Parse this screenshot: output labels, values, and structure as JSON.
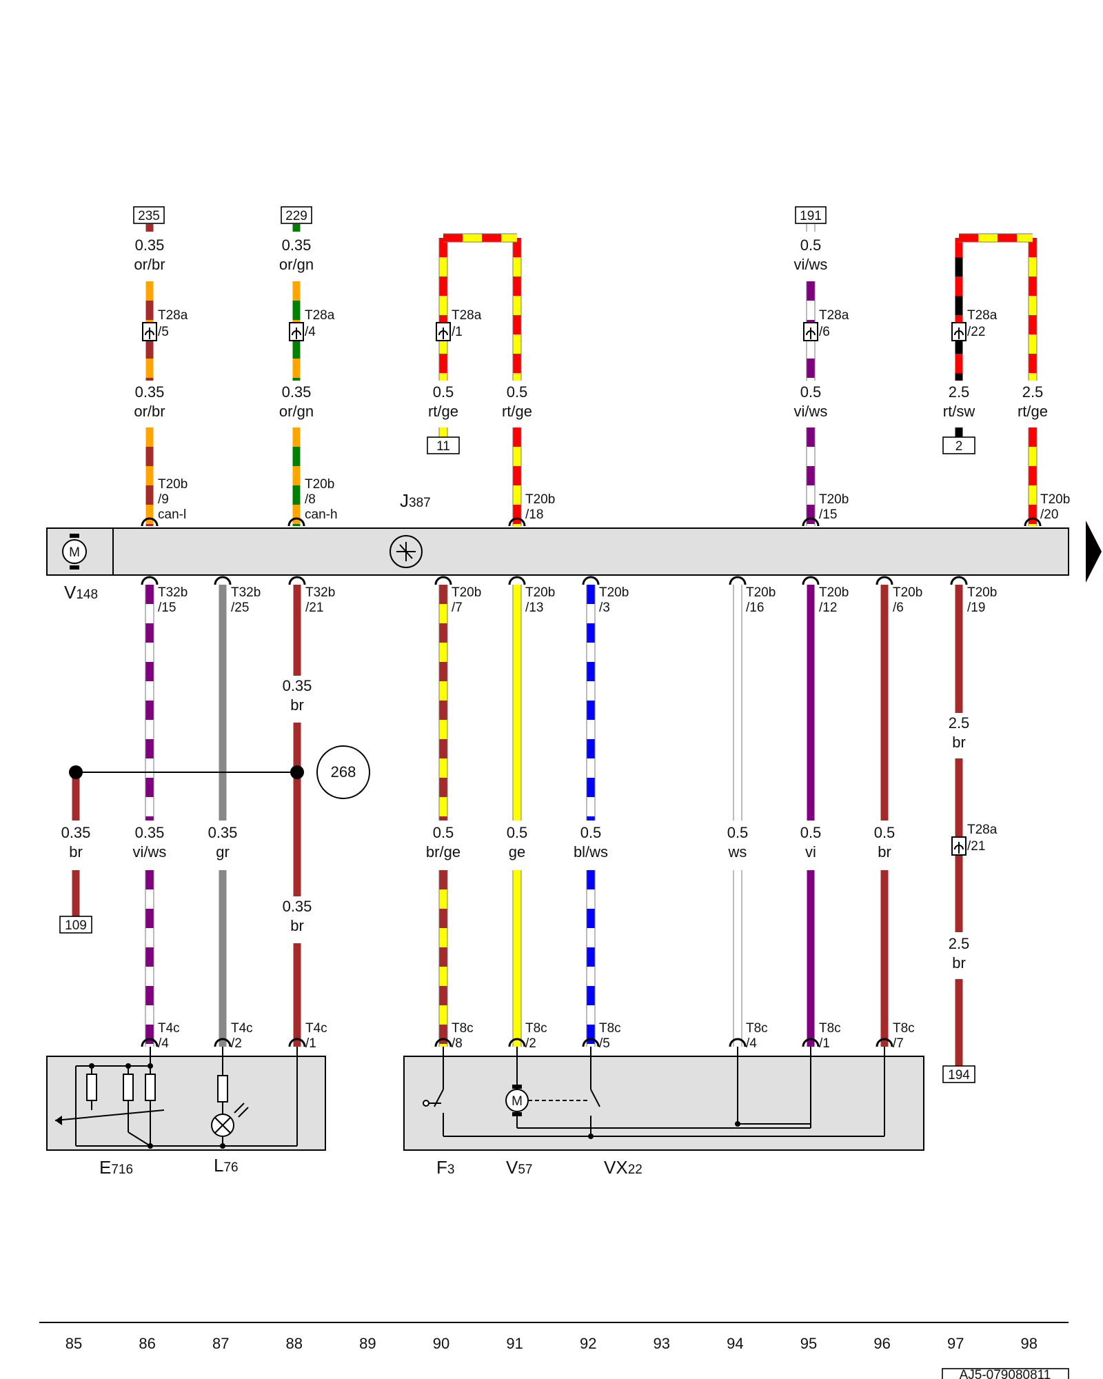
{
  "colors": {
    "or": "#ffa500",
    "br": "#a52a2a",
    "gn": "#008000",
    "rt": "#ff0000",
    "ge": "#ffff00",
    "vi": "#800080",
    "ws": "#ffffff",
    "sw": "#000000",
    "gr": "#888888",
    "bl": "#0000ff",
    "module_fill": "#e0e0e0"
  },
  "refs": {
    "top_235": "235",
    "top_229": "229",
    "top_191": "191",
    "ref_11": "11",
    "ref_2": "2",
    "ref_109": "109",
    "ref_194": "194",
    "circle_268": "268",
    "doc_id": "AJ5-079080811"
  },
  "wire_labels": [
    {
      "id": "w235a",
      "size": "0.35",
      "color": "or/br"
    },
    {
      "id": "w229a",
      "size": "0.35",
      "color": "or/gn"
    },
    {
      "id": "w191a",
      "size": "0.5",
      "color": "vi/ws"
    },
    {
      "id": "w235b",
      "size": "0.35",
      "color": "or/br"
    },
    {
      "id": "w229b",
      "size": "0.35",
      "color": "or/gn"
    },
    {
      "id": "w90a",
      "size": "0.5",
      "color": "rt/ge"
    },
    {
      "id": "w91a",
      "size": "0.5",
      "color": "rt/ge"
    },
    {
      "id": "w191b",
      "size": "0.5",
      "color": "vi/ws"
    },
    {
      "id": "w97a",
      "size": "2.5",
      "color": "rt/sw"
    },
    {
      "id": "w98a",
      "size": "2.5",
      "color": "rt/ge"
    },
    {
      "id": "w88a",
      "size": "0.35",
      "color": "br"
    },
    {
      "id": "w97b",
      "size": "2.5",
      "color": "br"
    },
    {
      "id": "w85",
      "size": "0.35",
      "color": "br"
    },
    {
      "id": "w86",
      "size": "0.35",
      "color": "vi/ws"
    },
    {
      "id": "w87",
      "size": "0.35",
      "color": "gr"
    },
    {
      "id": "w90",
      "size": "0.5",
      "color": "br/ge"
    },
    {
      "id": "w91",
      "size": "0.5",
      "color": "ge"
    },
    {
      "id": "w92",
      "size": "0.5",
      "color": "bl/ws"
    },
    {
      "id": "w94",
      "size": "0.5",
      "color": "ws"
    },
    {
      "id": "w95",
      "size": "0.5",
      "color": "vi"
    },
    {
      "id": "w96",
      "size": "0.5",
      "color": "br"
    },
    {
      "id": "w88b",
      "size": "0.35",
      "color": "br"
    },
    {
      "id": "w97c",
      "size": "2.5",
      "color": "br"
    }
  ],
  "connectors": {
    "t28a_5": [
      "T28a",
      "/5"
    ],
    "t28a_4": [
      "T28a",
      "/4"
    ],
    "t28a_1": [
      "T28a",
      "/1"
    ],
    "t28a_6": [
      "T28a",
      "/6"
    ],
    "t28a_22": [
      "T28a",
      "/22"
    ],
    "t28a_21": [
      "T28a",
      "/21"
    ],
    "t20b_9": [
      "T20b",
      "/9",
      "can-l"
    ],
    "t20b_8": [
      "T20b",
      "/8",
      "can-h"
    ],
    "t20b_18": [
      "T20b",
      "/18"
    ],
    "t20b_15": [
      "T20b",
      "/15"
    ],
    "t20b_20": [
      "T20b",
      "/20"
    ],
    "t32b_15": [
      "T32b",
      "/15"
    ],
    "t32b_25": [
      "T32b",
      "/25"
    ],
    "t32b_21": [
      "T32b",
      "/21"
    ],
    "t20b_7": [
      "T20b",
      "/7"
    ],
    "t20b_13": [
      "T20b",
      "/13"
    ],
    "t20b_3": [
      "T20b",
      "/3"
    ],
    "t20b_16": [
      "T20b",
      "/16"
    ],
    "t20b_12": [
      "T20b",
      "/12"
    ],
    "t20b_6": [
      "T20b",
      "/6"
    ],
    "t20b_19": [
      "T20b",
      "/19"
    ],
    "t4c_4": [
      "T4c",
      "/4"
    ],
    "t4c_2": [
      "T4c",
      "/2"
    ],
    "t4c_1": [
      "T4c",
      "/1"
    ],
    "t8c_8": [
      "T8c",
      "/8"
    ],
    "t8c_2": [
      "T8c",
      "/2"
    ],
    "t8c_5": [
      "T8c",
      "/5"
    ],
    "t8c_4": [
      "T8c",
      "/4"
    ],
    "t8c_1": [
      "T8c",
      "/1"
    ],
    "t8c_7": [
      "T8c",
      "/7"
    ]
  },
  "components": {
    "j387": [
      "J",
      "387"
    ],
    "v148": [
      "V",
      "148"
    ],
    "e716": [
      "E",
      "716"
    ],
    "l76": [
      "L",
      "76"
    ],
    "f3": [
      "F",
      "3"
    ],
    "v57": [
      "V",
      "57"
    ],
    "vx22": [
      "VX",
      "22"
    ],
    "motor_glyph": "M"
  },
  "axis_numbers": [
    "85",
    "86",
    "87",
    "88",
    "89",
    "90",
    "91",
    "92",
    "93",
    "94",
    "95",
    "96",
    "97",
    "98"
  ]
}
